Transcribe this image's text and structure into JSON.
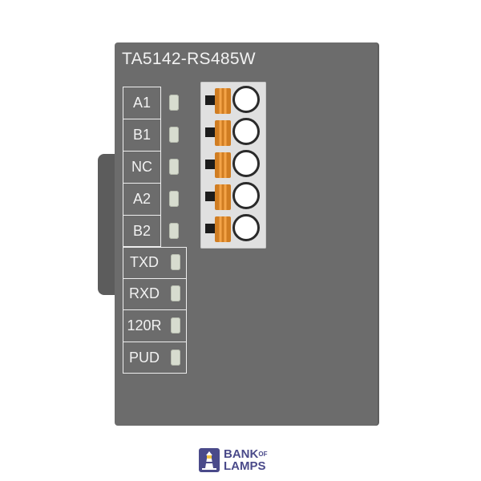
{
  "module": {
    "model": "TA5142-RS485W",
    "body_color": "#6c6c6c",
    "terminal_labels": [
      "A1",
      "B1",
      "NC",
      "A2",
      "B2"
    ],
    "led_labels": [
      "TXD",
      "RXD",
      "120R",
      "PUD"
    ],
    "led_color": "#d7dccf",
    "lever_color": "#f4a448"
  },
  "logo": {
    "line1": "BANK",
    "of": "OF",
    "line2": "LAMPS",
    "icon": "lighthouse-icon",
    "color": "#4a4a8a"
  }
}
